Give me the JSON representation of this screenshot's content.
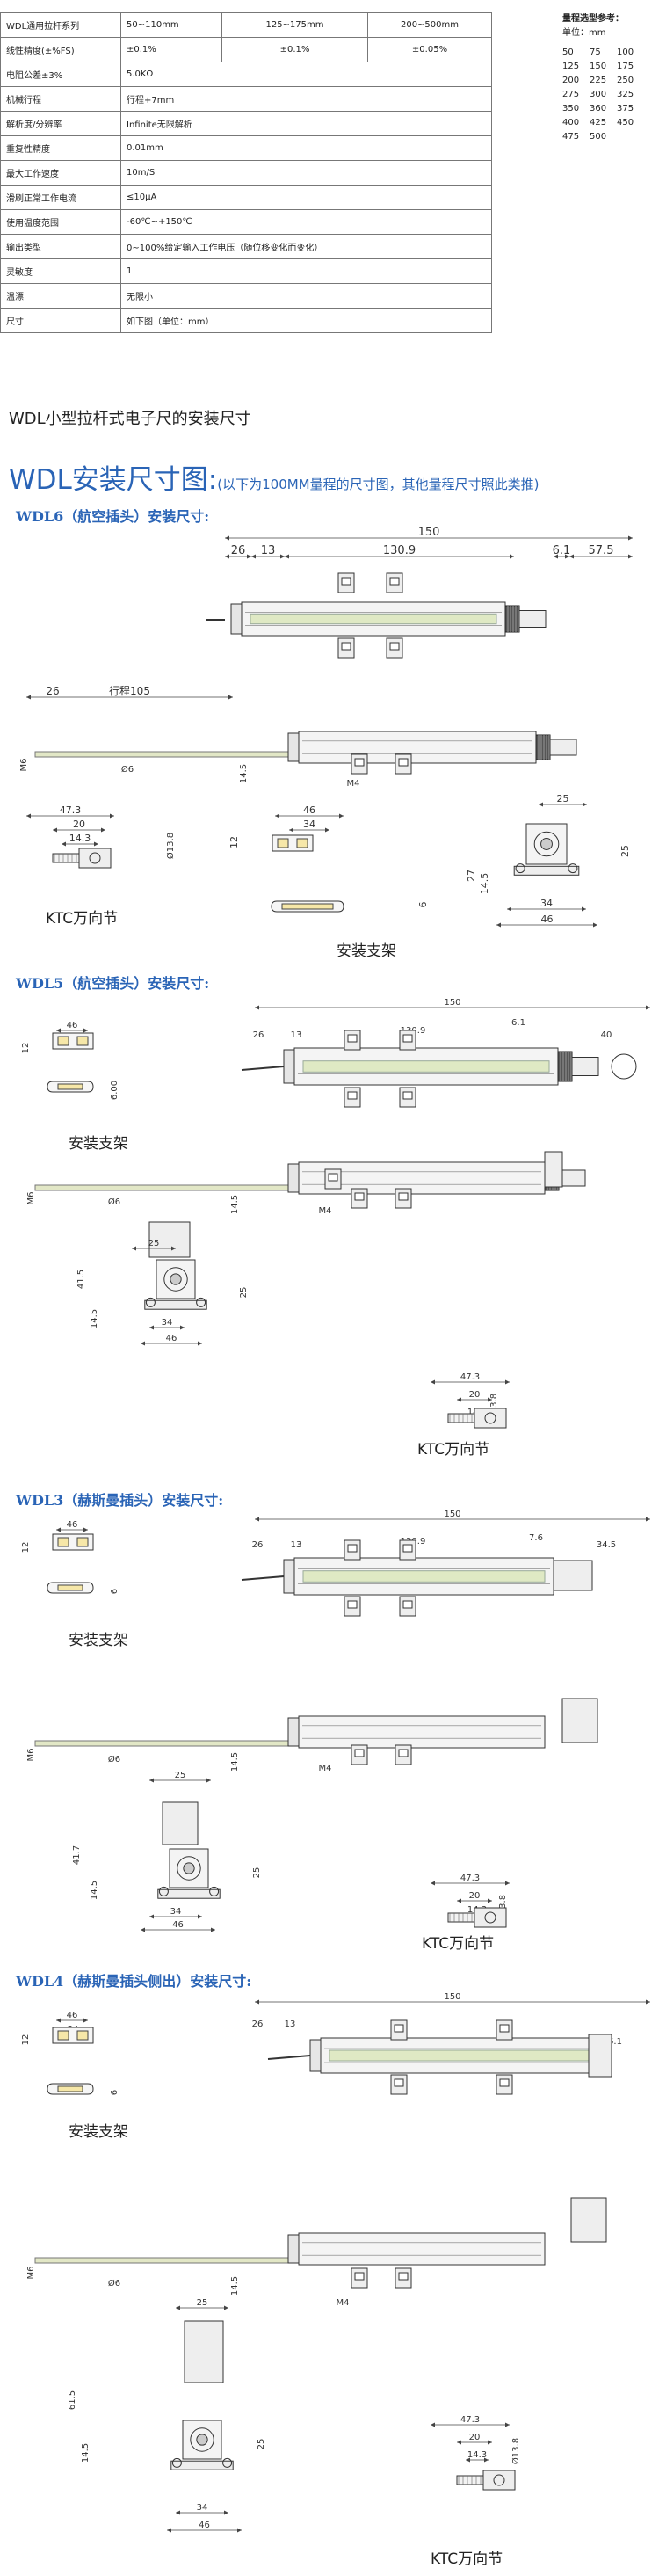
{
  "spec_table": {
    "rows": [
      {
        "label": "WDL通用拉杆系列",
        "c1": "50~110mm",
        "c2": "125~175mm",
        "c3": "200~500mm"
      },
      {
        "label": "线性精度(±%FS)",
        "c1": "±0.1%",
        "c2": "±0.1%",
        "c3": "±0.05%"
      },
      {
        "label": "电阻公差±3%",
        "value": "5.0KΩ"
      },
      {
        "label": "机械行程",
        "value": "行程+7mm"
      },
      {
        "label": "解析度/分辨率",
        "value": "Infinite无限解析"
      },
      {
        "label": "重复性精度",
        "value": "0.01mm"
      },
      {
        "label": "最大工作速度",
        "value": "10m/S"
      },
      {
        "label": "滑刷正常工作电流",
        "value": "≤10μA"
      },
      {
        "label": "使用温度范围",
        "value": "-60℃~+150℃"
      },
      {
        "label": "输出类型",
        "value": "0~100%给定输入工作电压（随位移变化而变化）"
      },
      {
        "label": "灵敏度",
        "value": "1"
      },
      {
        "label": "温漂",
        "value": "无限小"
      },
      {
        "label": "尺寸",
        "value": "如下图（单位：mm）"
      }
    ]
  },
  "range_ref": {
    "title": "量程选型参考：",
    "unit": "单位：mm",
    "rows": [
      [
        "50",
        "75",
        "100"
      ],
      [
        "125",
        "150",
        "175"
      ],
      [
        "200",
        "225",
        "250"
      ],
      [
        "275",
        "300",
        "325"
      ],
      [
        "350",
        "360",
        "375"
      ],
      [
        "400",
        "425",
        "450"
      ],
      [
        "475",
        "500",
        ""
      ]
    ]
  },
  "subheading": "WDL小型拉杆式电子尺的安装尺寸",
  "main_heading": "WDL安装尺寸图:",
  "main_note": "(以下为100MM量程的尺寸图，其他量程尺寸照此类推)",
  "sections": {
    "wdl6": "WDL6（航空插头）安装尺寸:",
    "wdl5": "WDL5（航空插头）安装尺寸:",
    "wdl3": "WDL3（赫斯曼插头）安装尺寸:",
    "wdl4": "WDL4（赫斯曼插头侧出）安装尺寸:"
  },
  "labels": {
    "ktc": "KTC万向节",
    "bracket": "安装支架"
  },
  "dims": {
    "overall": "150",
    "d26": "26",
    "d13": "13",
    "d130": "130.9",
    "d61": "6.1",
    "d575": "57.5",
    "d40": "40",
    "d345": "34.5",
    "d76": "7.6",
    "stroke": "行程105",
    "d145": "14.5",
    "m4": "M4",
    "m6": "M6",
    "phi6": "Ø6",
    "d473": "47.3",
    "d20": "20",
    "d143": "14.3",
    "phi138": "Ø13.8",
    "d46": "46",
    "d34": "34",
    "d12": "12",
    "d6": "6",
    "d25": "25",
    "d27": "27",
    "d415": "41.5",
    "d417": "41.7",
    "d615": "61.5",
    "d600": "6.00"
  }
}
